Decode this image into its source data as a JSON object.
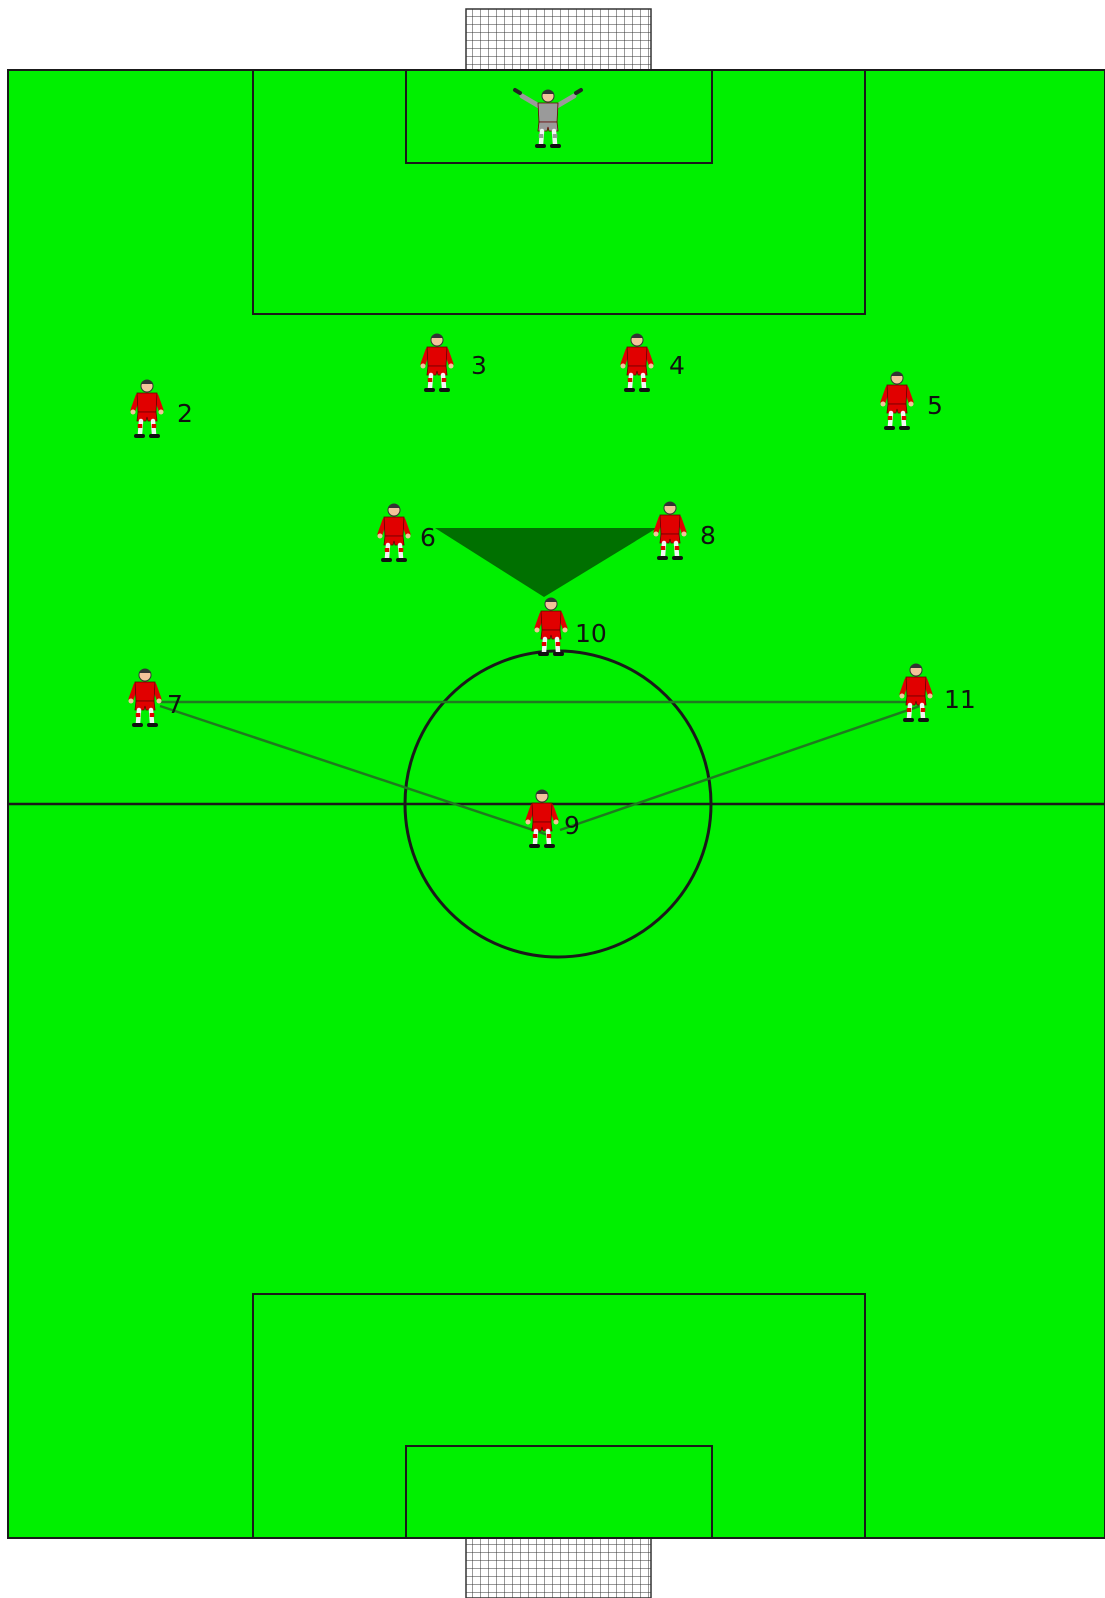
{
  "colors": {
    "pitch": "#00f000",
    "lines": "#1a1a1a",
    "triangle": "#007000",
    "links": "#1f7a1f",
    "kit": "#e10000",
    "keeper_kit": "#9a9a9a",
    "skin": "#f2c39a",
    "net": "#ffffff"
  },
  "players": [
    {
      "id": "gk",
      "label": "",
      "role": "goalkeeper-icon"
    },
    {
      "id": "p2",
      "label": "2",
      "role": "player-icon"
    },
    {
      "id": "p3",
      "label": "3",
      "role": "player-icon"
    },
    {
      "id": "p4",
      "label": "4",
      "role": "player-icon"
    },
    {
      "id": "p5",
      "label": "5",
      "role": "player-icon"
    },
    {
      "id": "p6",
      "label": "6",
      "role": "player-icon"
    },
    {
      "id": "p8",
      "label": "8",
      "role": "player-icon"
    },
    {
      "id": "p10",
      "label": "10",
      "role": "player-icon"
    },
    {
      "id": "p7",
      "label": "7",
      "role": "player-icon"
    },
    {
      "id": "p11",
      "label": "11",
      "role": "player-icon"
    },
    {
      "id": "p9",
      "label": "9",
      "role": "player-icon"
    }
  ]
}
